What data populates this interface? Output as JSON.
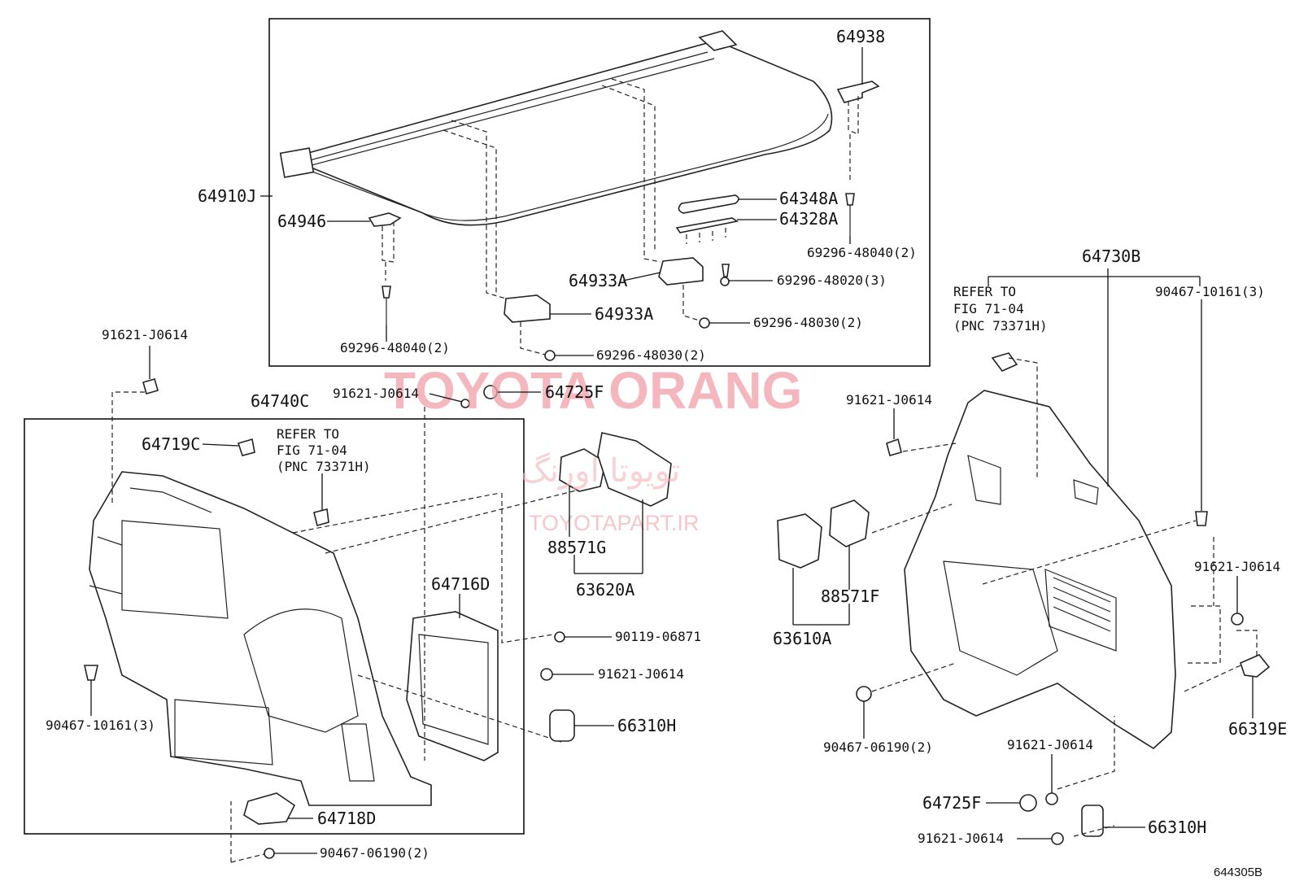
{
  "diagram_id": "644305B",
  "watermark": {
    "brand": "TOYOTA ORANG",
    "persian": "تویوتا اورنگ",
    "url": "TOYOTAPART.IR"
  },
  "callouts": {
    "p64938": "64938",
    "p64910J": "64910J",
    "p64946": "64946",
    "p64348A": "64348A",
    "p64328A": "64328A",
    "p69296_48040_r": "69296-48040(2)",
    "p69296_48020": "69296-48020(3)",
    "p64933A_r": "64933A",
    "p64933A_l": "64933A",
    "p69296_48030_r": "69296-48030(2)",
    "p69296_48040_l": "69296-48040(2)",
    "p69296_48030_l": "69296-48030(2)",
    "p91621_top_left": "91621-J0614",
    "p64740C": "64740C",
    "p91621_mid": "91621-J0614",
    "p64725F_top": "64725F",
    "p64719C": "64719C",
    "p64716D": "64716D",
    "p88571G": "88571G",
    "p63620A": "63620A",
    "p90119": "90119-06871",
    "p91621_center": "91621-J0614",
    "p66310H_left": "66310H",
    "p90467_10161_left": "90467-10161(3)",
    "p64718D": "64718D",
    "p90467_06190_left": "90467-06190(2)",
    "p64730B": "64730B",
    "p90467_10161_right": "90467-10161(3)",
    "p91621_right_top": "91621-J0614",
    "p88571F": "88571F",
    "p63610A": "63610A",
    "p91621_right_side": "91621-J0614",
    "p66319E": "66319E",
    "p90467_06190_right": "90467-06190(2)",
    "p91621_right_bottom": "91621-J0614",
    "p64725F_bottom": "64725F",
    "p91621_right_last": "91621-J0614",
    "p66310H_right": "66310H"
  },
  "notes": {
    "refer_left": [
      "REFER TO",
      "FIG 71-04",
      "(PNC 73371H)"
    ],
    "refer_right": [
      "REFER TO",
      "FIG 71-04",
      "(PNC 73371H)"
    ]
  }
}
